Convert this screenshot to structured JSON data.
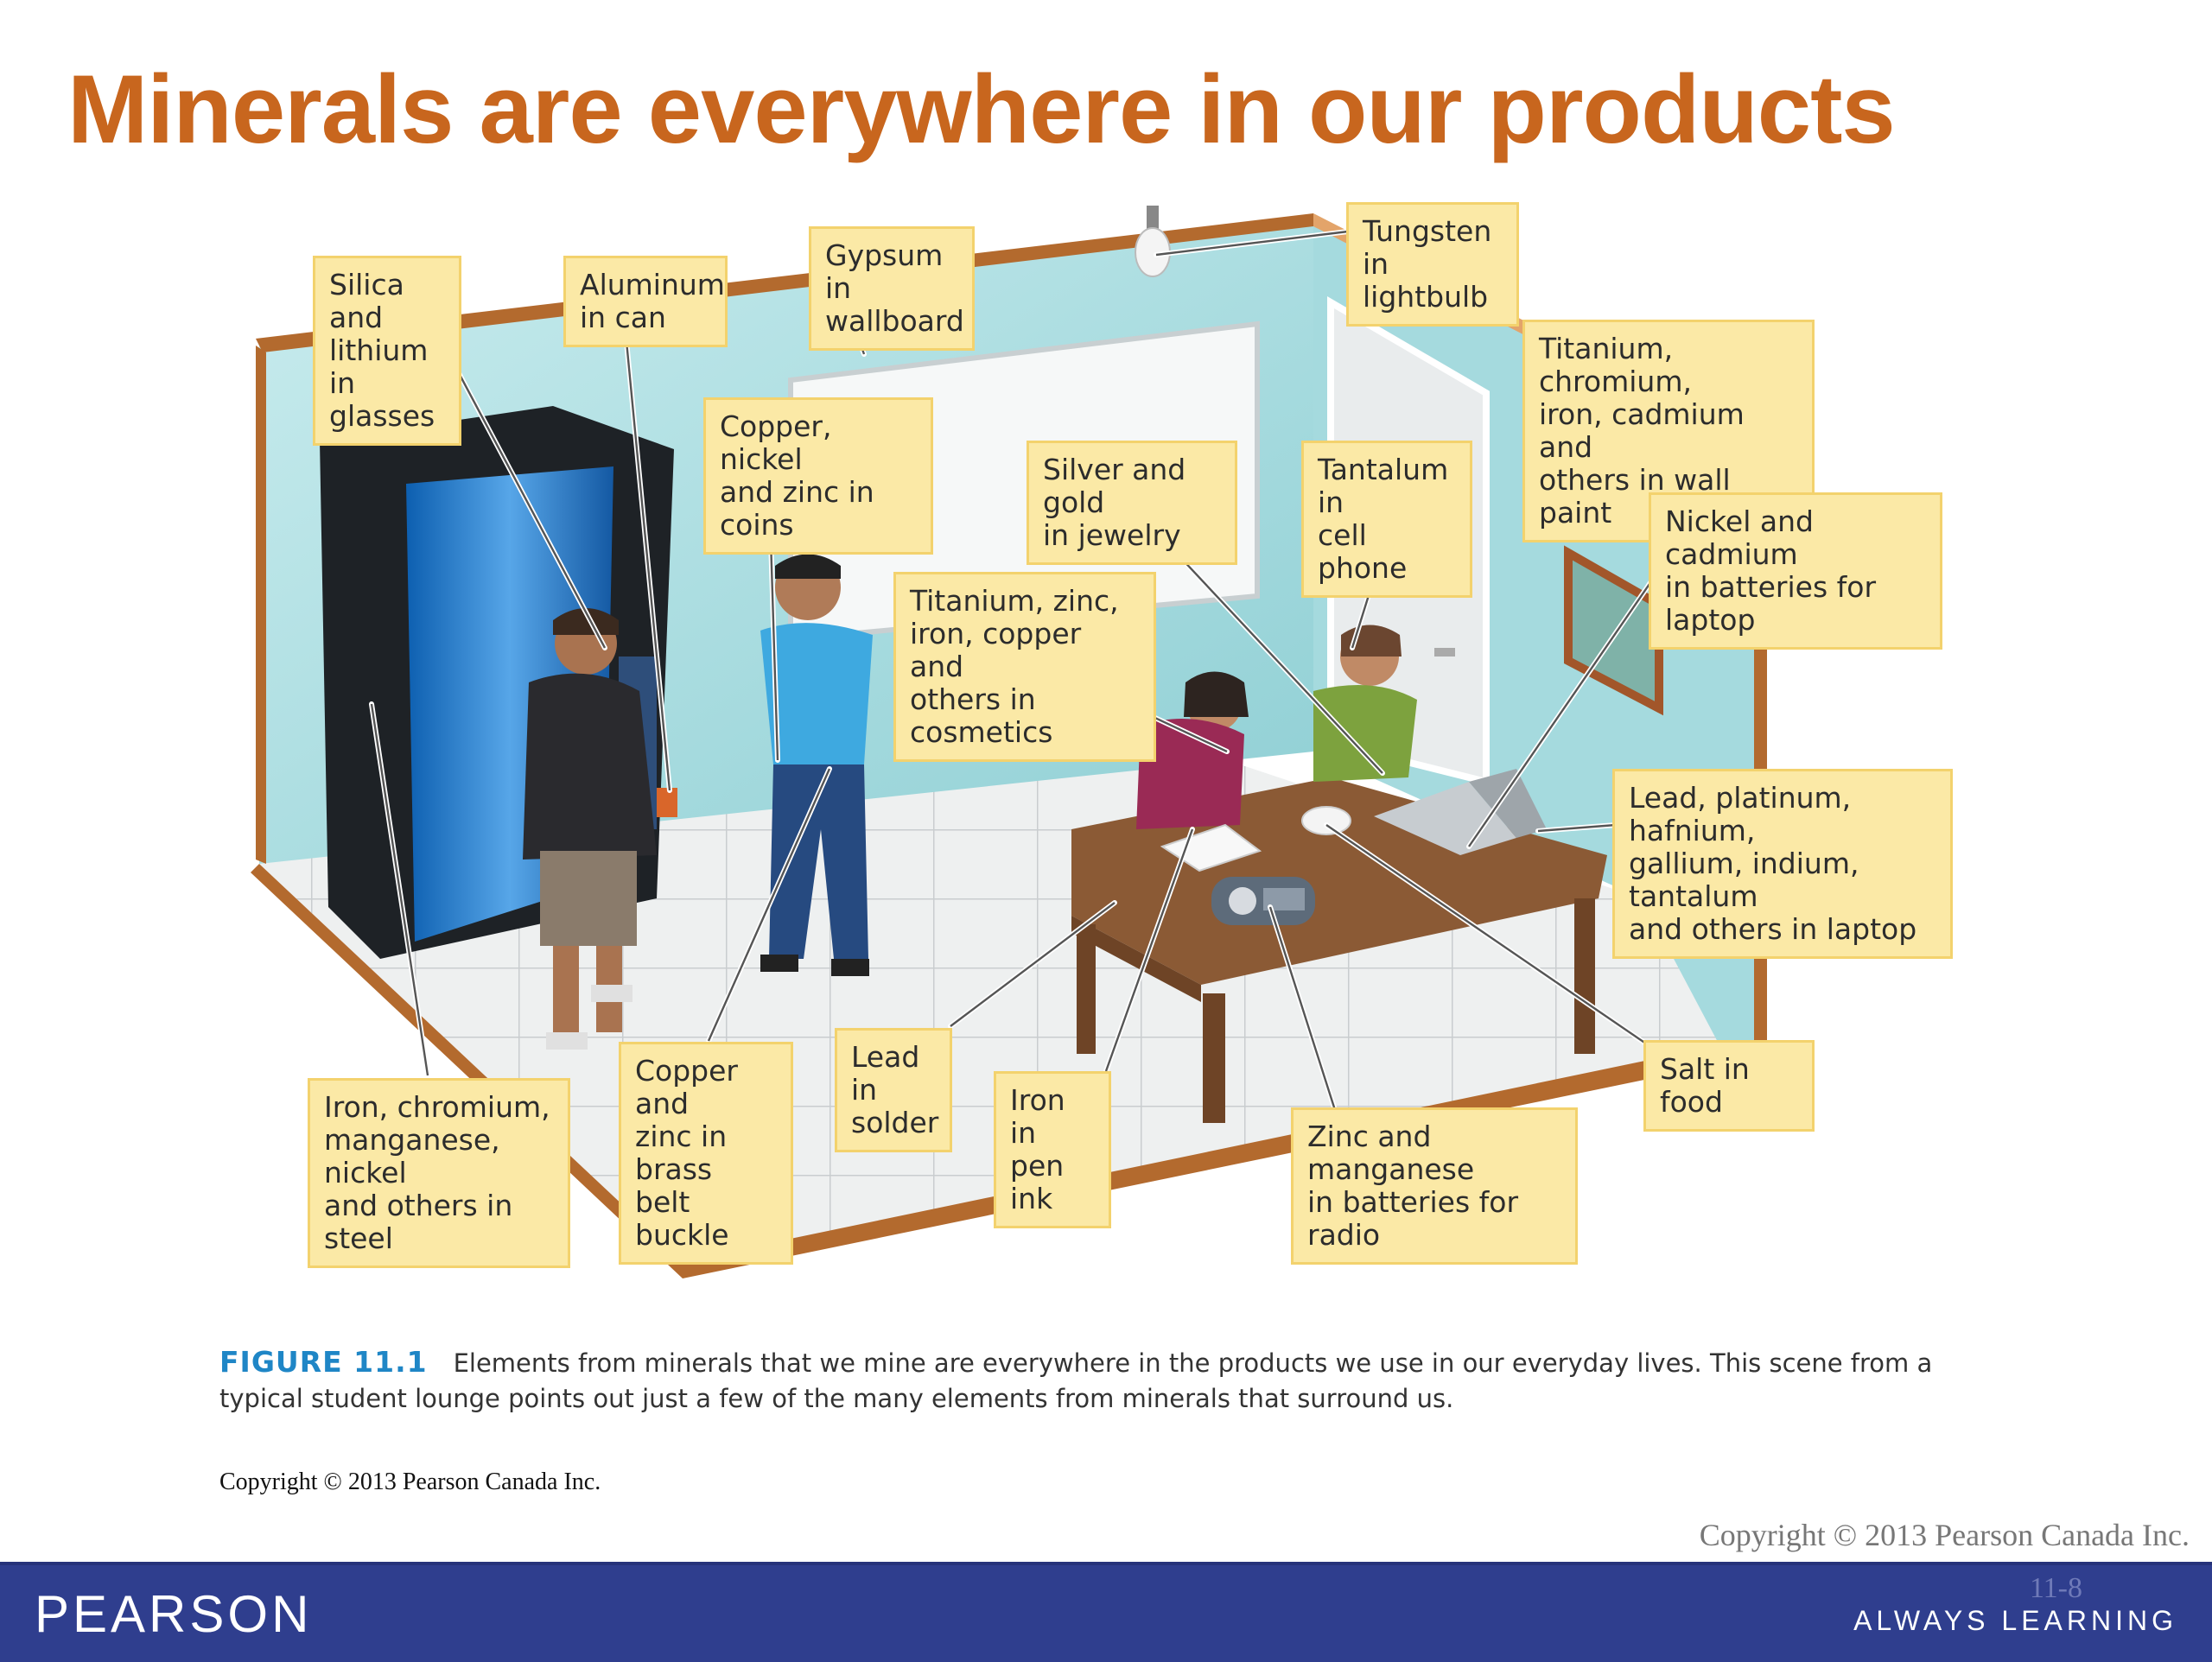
{
  "title": "Minerals are everywhere in our products",
  "callouts": {
    "silica_lithium": "Silica and\nlithium in\nglasses",
    "aluminum": "Aluminum\nin can",
    "gypsum": "Gypsum in\nwallboard",
    "tungsten": "Tungsten in\nlightbulb",
    "wall_paint": "Titanium, chromium,\niron, cadmium and\nothers in wall paint",
    "coins": "Copper, nickel\nand zinc in coins",
    "jewelry": "Silver and gold\nin jewelry",
    "tantalum": "Tantalum in\ncell phone",
    "laptop_batteries": "Nickel and cadmium\nin batteries for laptop",
    "cosmetics": "Titanium, zinc,\niron, copper and\nothers in cosmetics",
    "laptop": "Lead, platinum, hafnium,\ngallium, indium, tantalum\nand others in laptop",
    "steel": "Iron, chromium,\nmanganese, nickel\nand others in steel",
    "belt_buckle": "Copper and\nzinc in brass\nbelt buckle",
    "solder": "Lead in\nsolder",
    "pen_ink": "Iron in\npen ink",
    "radio_batteries": "Zinc and manganese\nin batteries for radio",
    "salt": "Salt in food"
  },
  "caption": {
    "label": "FIGURE 11.1",
    "text": "Elements from minerals that we mine are everywhere in the products we use in our everyday lives. This scene from a typical student lounge points out just a few of the many elements from minerals that surround us."
  },
  "copyright_figure": "Copyright © 2013 Pearson Canada Inc.",
  "copyright_slide": "Copyright © 2013 Pearson Canada Inc.",
  "footer": {
    "logo": "PEARSON",
    "tagline": "ALWAYS LEARNING",
    "page_number": "11-8"
  },
  "colors": {
    "title": "#c8661e",
    "callout_fill": "#fbe9a6",
    "wall": "#a9dde0",
    "floor": "#eef0f0",
    "footer_bar": "#2f3e8e",
    "caption_label": "#1f86c6"
  }
}
